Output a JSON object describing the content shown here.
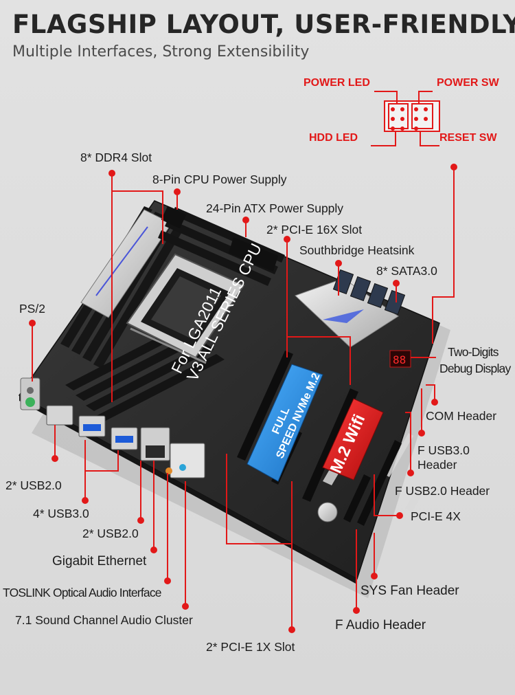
{
  "header": {
    "title": "FLAGSHIP LAYOUT, USER-FRIENDLY",
    "subtitle": "Multiple Interfaces, Strong Extensibility"
  },
  "front_panel": {
    "power_led": "POWER LED",
    "power_sw": "POWER SW",
    "hdd_led": "HDD  LED",
    "reset_sw": "RESET SW"
  },
  "labels": {
    "ddr4": "8* DDR4 Slot",
    "cpu_power": "8-Pin CPU Power Supply",
    "atx_power": "24-Pin ATX Power Supply",
    "pcie16": "2* PCI-E 16X Slot",
    "southbridge": "Southbridge Heatsink",
    "sata": "8* SATA3.0",
    "ps2": "PS/2",
    "debug_line1": "Two-Digits",
    "debug_line2": "Debug Display",
    "com": "COM Header",
    "fusb3_line1": "F USB3.0",
    "fusb3_line2": "Header",
    "fusb2": "F USB2.0 Header",
    "pcie4x": "PCI-E 4X",
    "usb2_a": "2* USB2.0",
    "usb3": "4* USB3.0",
    "usb2_b": "2* USB2.0",
    "ethernet": "Gigabit Ethernet",
    "toslink": "TOSLINK Optical Audio Interface",
    "audio": "7.1 Sound Channel Audio Cluster",
    "pcie1x": "2* PCI-E 1X Slot",
    "sys_fan": "SYS Fan Header",
    "f_audio": "F Audio Header"
  },
  "board_prints": {
    "cpu_line1": "For LGA2011",
    "cpu_line2": "V3 ALL SERIES CPU",
    "nvme_line1": "FULL",
    "nvme_line2": "SPEED NVMe M.2",
    "wifi": "M.2 Wifi"
  },
  "colors": {
    "accent_red": "#e21818",
    "board": "#2b2b2b",
    "nvme_blue": "#2b8fd6",
    "wifi_red": "#d01818"
  }
}
